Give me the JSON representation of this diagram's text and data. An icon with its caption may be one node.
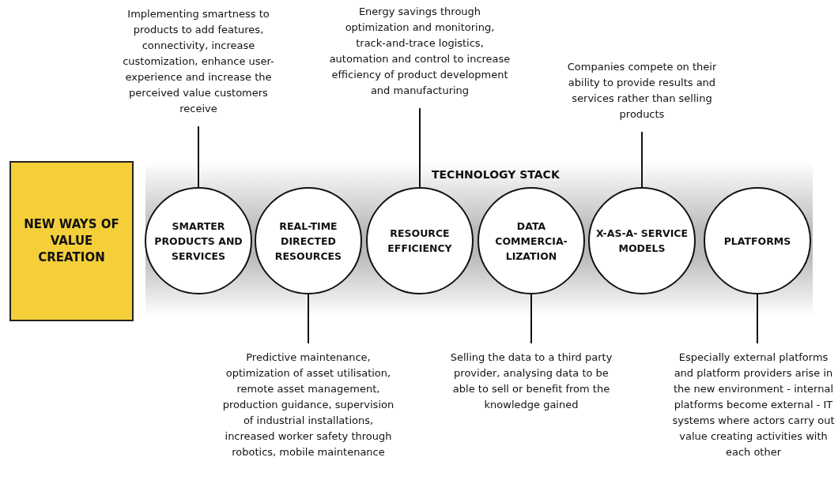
{
  "diagram": {
    "nodes": [
      {
        "text": [
          "NEW WAYS OF VALUE CREATION"
        ]
      },
      {
        "text": [
          "TECHNOLOGY STACK"
        ]
      },
      {
        "text": [
          "SMARTER PRODUCTS AND SERVICES"
        ],
        "in": 1
      },
      {
        "text": [
          "REAL-TIME DIRECTED RESOURCES"
        ],
        "in": 1
      },
      {
        "text": [
          "RESOURCE EFFICIENCY"
        ],
        "in": 1
      },
      {
        "text": [
          "DATA COMMERCIA- LIZATION"
        ],
        "in": 1
      },
      {
        "text": [
          "X-AS-A- SERVICE MODELS"
        ],
        "in": 1
      },
      {
        "text": [
          "PLATFORMS"
        ],
        "in": 1
      },
      {
        "text": [
          "Implementing smartness to products to add features, connectivity, increase customization, enhance user-experience and increase the perceived value customers receive"
        ]
      },
      {
        "text": [
          "Energy savings through optimization and monitoring, track-and-trace logistics, automation and control to increase efficiency of product development and manufacturing"
        ]
      },
      {
        "text": [
          "Companies compete on their ability to provide results and services rather than selling products"
        ]
      },
      {
        "text": [
          "Predictive maintenance, optimization of asset utilisation, remote asset management, production guidance, supervision of industrial installations, increased worker safety through robotics, mobile maintenance"
        ]
      },
      {
        "text": [
          "Selling the data to a third party provider, analysing data to be able to sell or benefit from the knowledge gained"
        ]
      },
      {
        "text": [
          "Especially external platforms and platform providers arise in the new environment - internal platforms become external - IT systems where actors carry out value creating activities with each other"
        ]
      }
    ],
    "edges": [
      {
        "from": 8,
        "to": 2,
        "arrow": "none"
      },
      {
        "from": 9,
        "to": 4,
        "arrow": "none"
      },
      {
        "from": 10,
        "to": 6,
        "arrow": "none"
      },
      {
        "from": 11,
        "to": 3,
        "arrow": "none"
      },
      {
        "from": 12,
        "to": 5,
        "arrow": "none"
      },
      {
        "from": 13,
        "to": 7,
        "arrow": "none"
      }
    ]
  }
}
